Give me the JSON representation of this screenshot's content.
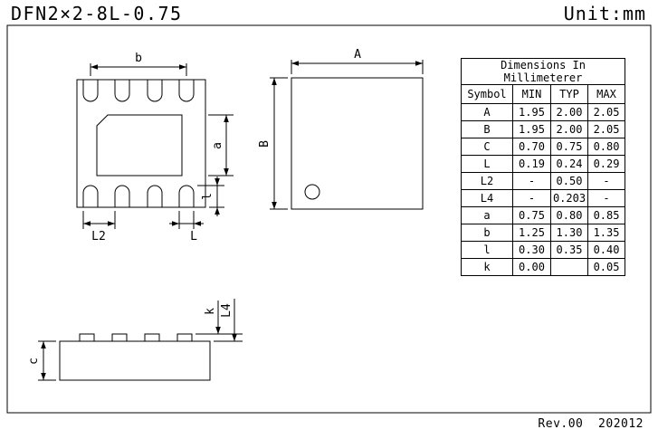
{
  "page": {
    "title": "DFN2×2-8L-0.75",
    "unit": "Unit:mm",
    "revision": "Rev.00  202012"
  },
  "dim_labels": {
    "b": "b",
    "a": "a",
    "l": "l",
    "L2": "L2",
    "L": "L",
    "A": "A",
    "B": "B",
    "c": "c",
    "k": "k",
    "L4": "L4"
  },
  "table": {
    "title_line1": "Dimensions  In",
    "title_line2": "Millimeterer",
    "headers": [
      "Symbol",
      "MIN",
      "TYP",
      "MAX"
    ],
    "rows": [
      {
        "symbol": "A",
        "min": "1.95",
        "typ": "2.00",
        "max": "2.05"
      },
      {
        "symbol": "B",
        "min": "1.95",
        "typ": "2.00",
        "max": "2.05"
      },
      {
        "symbol": "C",
        "min": "0.70",
        "typ": "0.75",
        "max": "0.80"
      },
      {
        "symbol": "L",
        "min": "0.19",
        "typ": "0.24",
        "max": "0.29"
      },
      {
        "symbol": "L2",
        "min": "-",
        "typ": "0.50",
        "max": "-"
      },
      {
        "symbol": "L4",
        "min": "-",
        "typ": "0.203",
        "max": "-"
      },
      {
        "symbol": "a",
        "min": "0.75",
        "typ": "0.80",
        "max": "0.85"
      },
      {
        "symbol": "b",
        "min": "1.25",
        "typ": "1.30",
        "max": "1.35"
      },
      {
        "symbol": "l",
        "min": "0.30",
        "typ": "0.35",
        "max": "0.40"
      },
      {
        "symbol": "k",
        "min": "0.00",
        "typ": "",
        "max": "0.05"
      }
    ]
  },
  "colors": {
    "ink": "#000000",
    "background": "#ffffff"
  }
}
